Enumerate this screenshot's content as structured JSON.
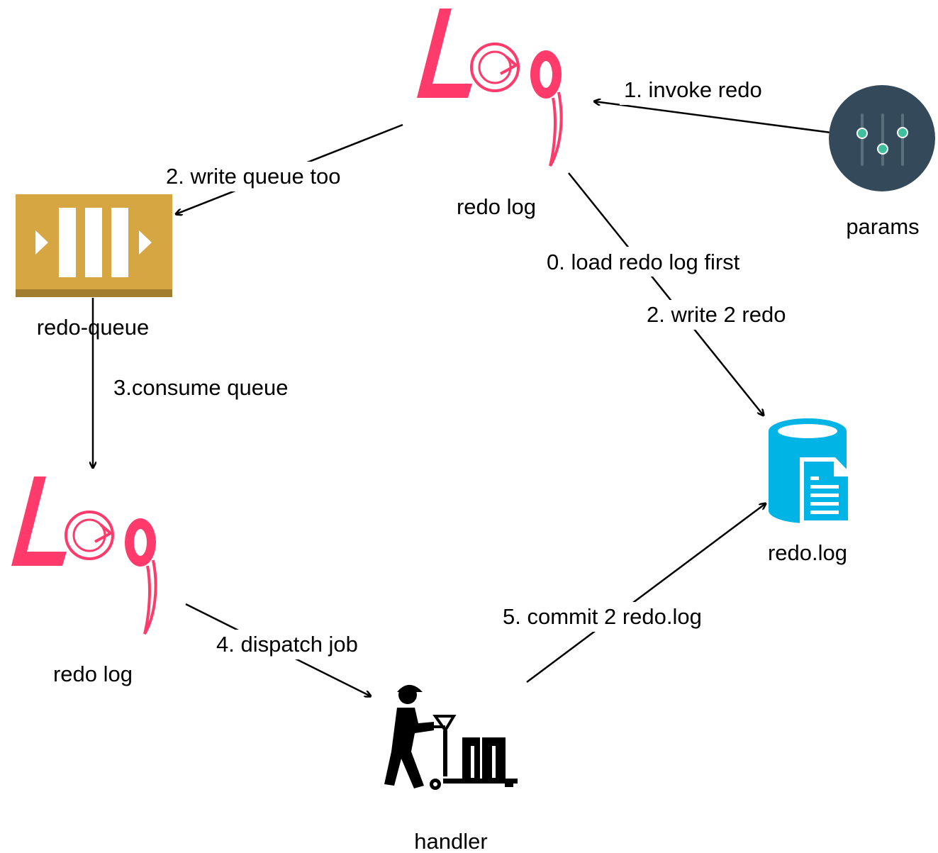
{
  "colors": {
    "log_pink": "#ff3b6b",
    "queue_gold": "#d6a642",
    "queue_gold_dark": "#a37d2f",
    "params_circle": "#344a5a",
    "params_dot": "#3fbf9b",
    "db_blue": "#00b4e6",
    "edge": "#000000"
  },
  "nodes": {
    "log_top": {
      "icon": "log-icon",
      "label": "redo log"
    },
    "params": {
      "icon": "sliders-icon",
      "label": "params"
    },
    "queue": {
      "icon": "queue-icon",
      "label": "redo-queue"
    },
    "log_bottom": {
      "icon": "log-icon",
      "label": "redo log"
    },
    "handler": {
      "icon": "pallet-jack-worker-icon",
      "label": "handler"
    },
    "redo_file": {
      "icon": "database-document-icon",
      "label": "redo.log"
    }
  },
  "edges": [
    {
      "id": "invoke",
      "from": "params",
      "to": "log_top",
      "label": "1. invoke redo"
    },
    {
      "id": "write-queue",
      "from": "log_top",
      "to": "queue",
      "label": "2. write queue too"
    },
    {
      "id": "load",
      "from": "log_top",
      "to": "redo_file",
      "label": "0. load redo log first"
    },
    {
      "id": "write-redo",
      "from": "log_top",
      "to": "redo_file",
      "label": "2. write 2 redo"
    },
    {
      "id": "consume",
      "from": "queue",
      "to": "log_bottom",
      "label": "3.consume queue"
    },
    {
      "id": "dispatch",
      "from": "log_bottom",
      "to": "handler",
      "label": "4. dispatch job"
    },
    {
      "id": "commit",
      "from": "handler",
      "to": "redo_file",
      "label": "5. commit 2 redo.log"
    }
  ]
}
